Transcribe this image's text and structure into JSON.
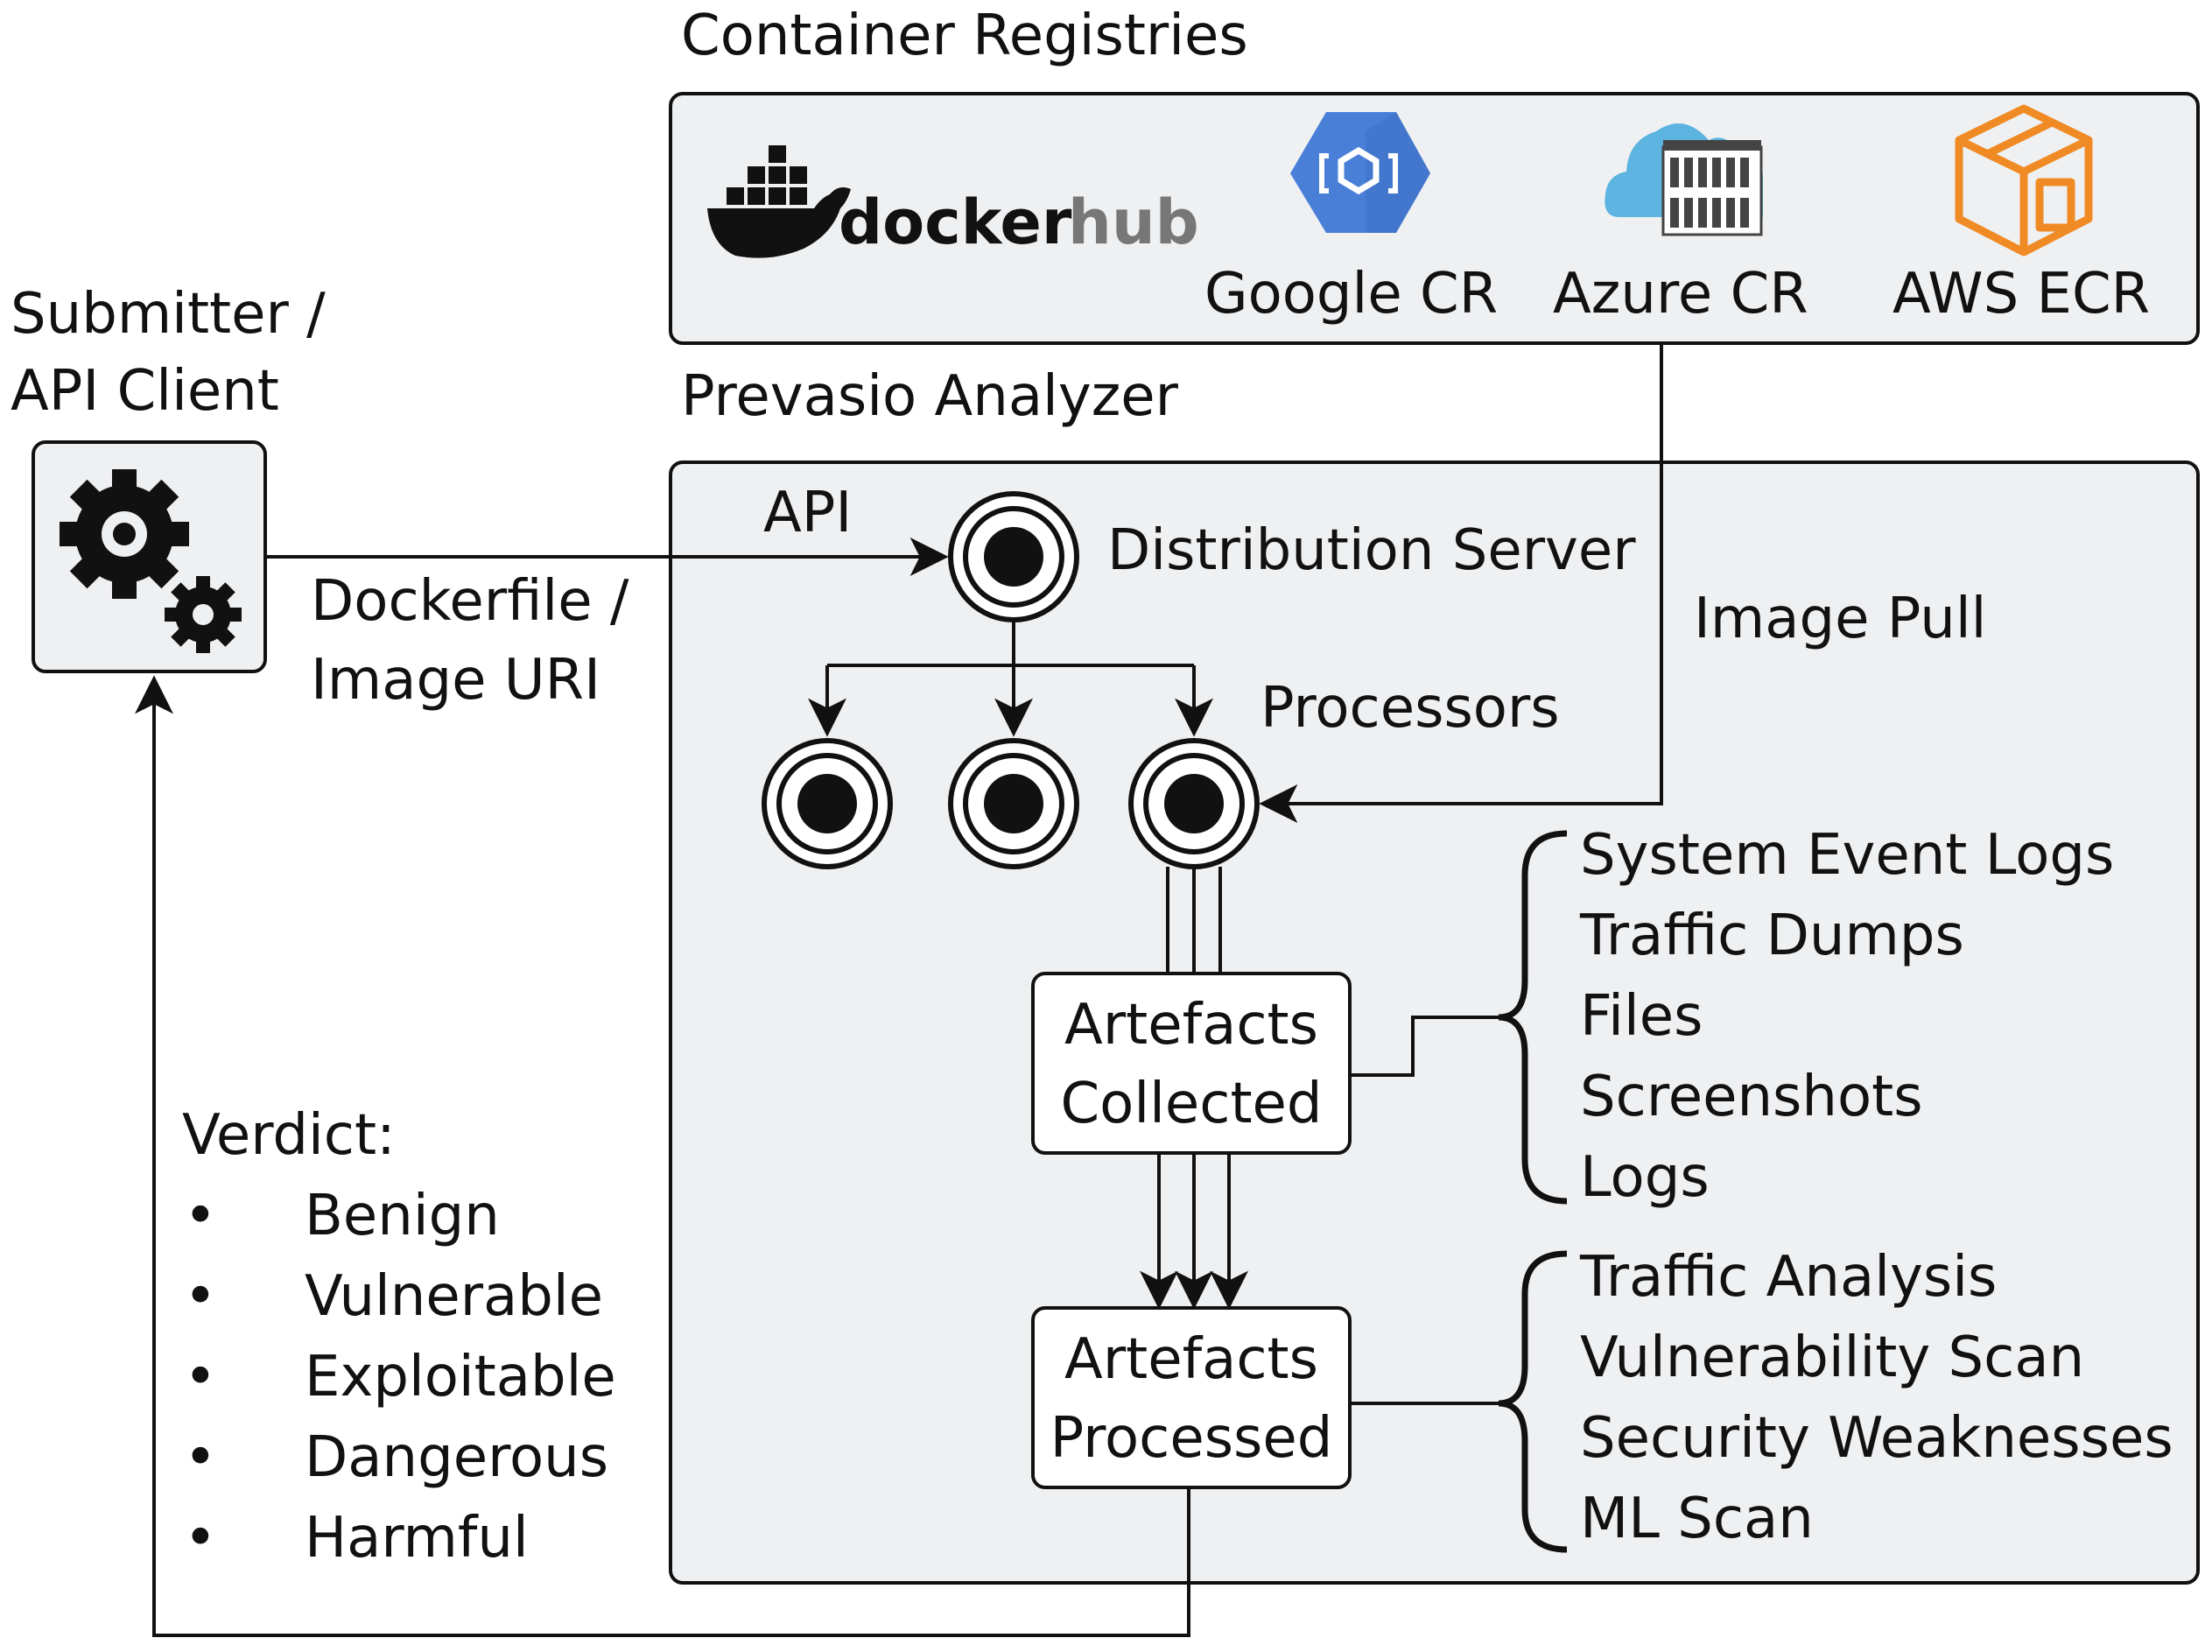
{
  "registries": {
    "title": "Container Registries",
    "docker": {
      "word1": "docker",
      "word2": "hub"
    },
    "google": "Google CR",
    "azure": "Azure CR",
    "aws": "AWS ECR"
  },
  "submitter": {
    "line1": "Submitter /",
    "line2": "API Client"
  },
  "analyzer": {
    "title": "Prevasio Analyzer"
  },
  "flow": {
    "api_label": "API",
    "input_line1": "Dockerfile /",
    "input_line2": "Image URI",
    "distribution": "Distribution Server",
    "image_pull": "Image Pull",
    "processors": "Processors",
    "collected_line1": "Artefacts",
    "collected_line2": "Collected",
    "processed_line1": "Artefacts",
    "processed_line2": "Processed"
  },
  "collected_items": [
    "System Event Logs",
    "Traffic Dumps",
    "Files",
    "Screenshots",
    "Logs"
  ],
  "processed_items": [
    "Traffic Analysis",
    "Vulnerability Scan",
    "Security Weaknesses",
    "ML Scan"
  ],
  "verdict": {
    "title": "Verdict:",
    "bullet": "•",
    "items": [
      "Benign",
      "Vulnerable",
      "Exploitable",
      "Dangerous",
      "Harmful"
    ]
  },
  "colors": {
    "panel_fill": "#eff0f2",
    "stroke": "#111111",
    "google_blue": "#4a7fd8",
    "azure_cloud": "#5db4e0",
    "aws_orange": "#f08a24",
    "docker_hub_gray": "#777777"
  }
}
